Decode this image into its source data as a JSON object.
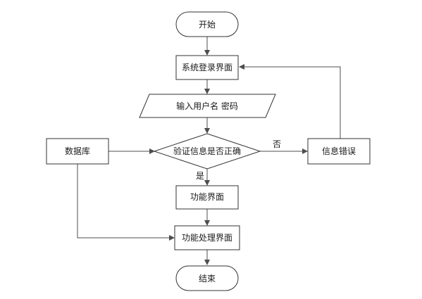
{
  "nodes": {
    "start": "开始",
    "login_screen": "系统登录界面",
    "input_credentials": "输入用户名 密码",
    "verify": "验证信息是否正确",
    "database": "数据库",
    "info_error": "信息错误",
    "function_screen": "功能界面",
    "function_processing": "功能处理界面",
    "end": "结束"
  },
  "edge_labels": {
    "no": "否",
    "yes": "是"
  },
  "colors": {
    "stroke": "#333333",
    "arrow": "#4d4d4d",
    "text": "#1a1a1a",
    "fill": "#ffffff"
  }
}
